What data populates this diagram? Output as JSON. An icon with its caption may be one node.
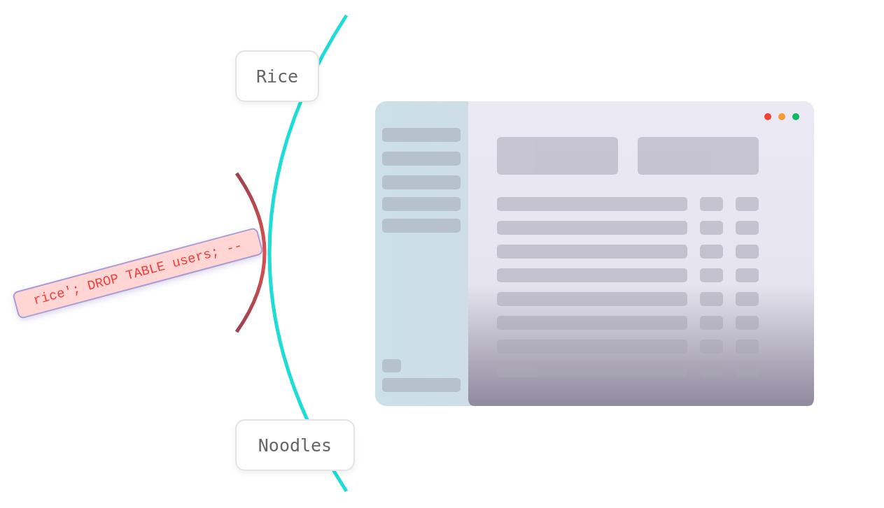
{
  "diagram": {
    "nodes": [
      {
        "text": [
          "Rice"
        ]
      },
      {
        "text": [
          "Noodles"
        ]
      },
      {
        "text": [
          "rice'; DROP TABLE users; --"
        ]
      }
    ]
  }
}
